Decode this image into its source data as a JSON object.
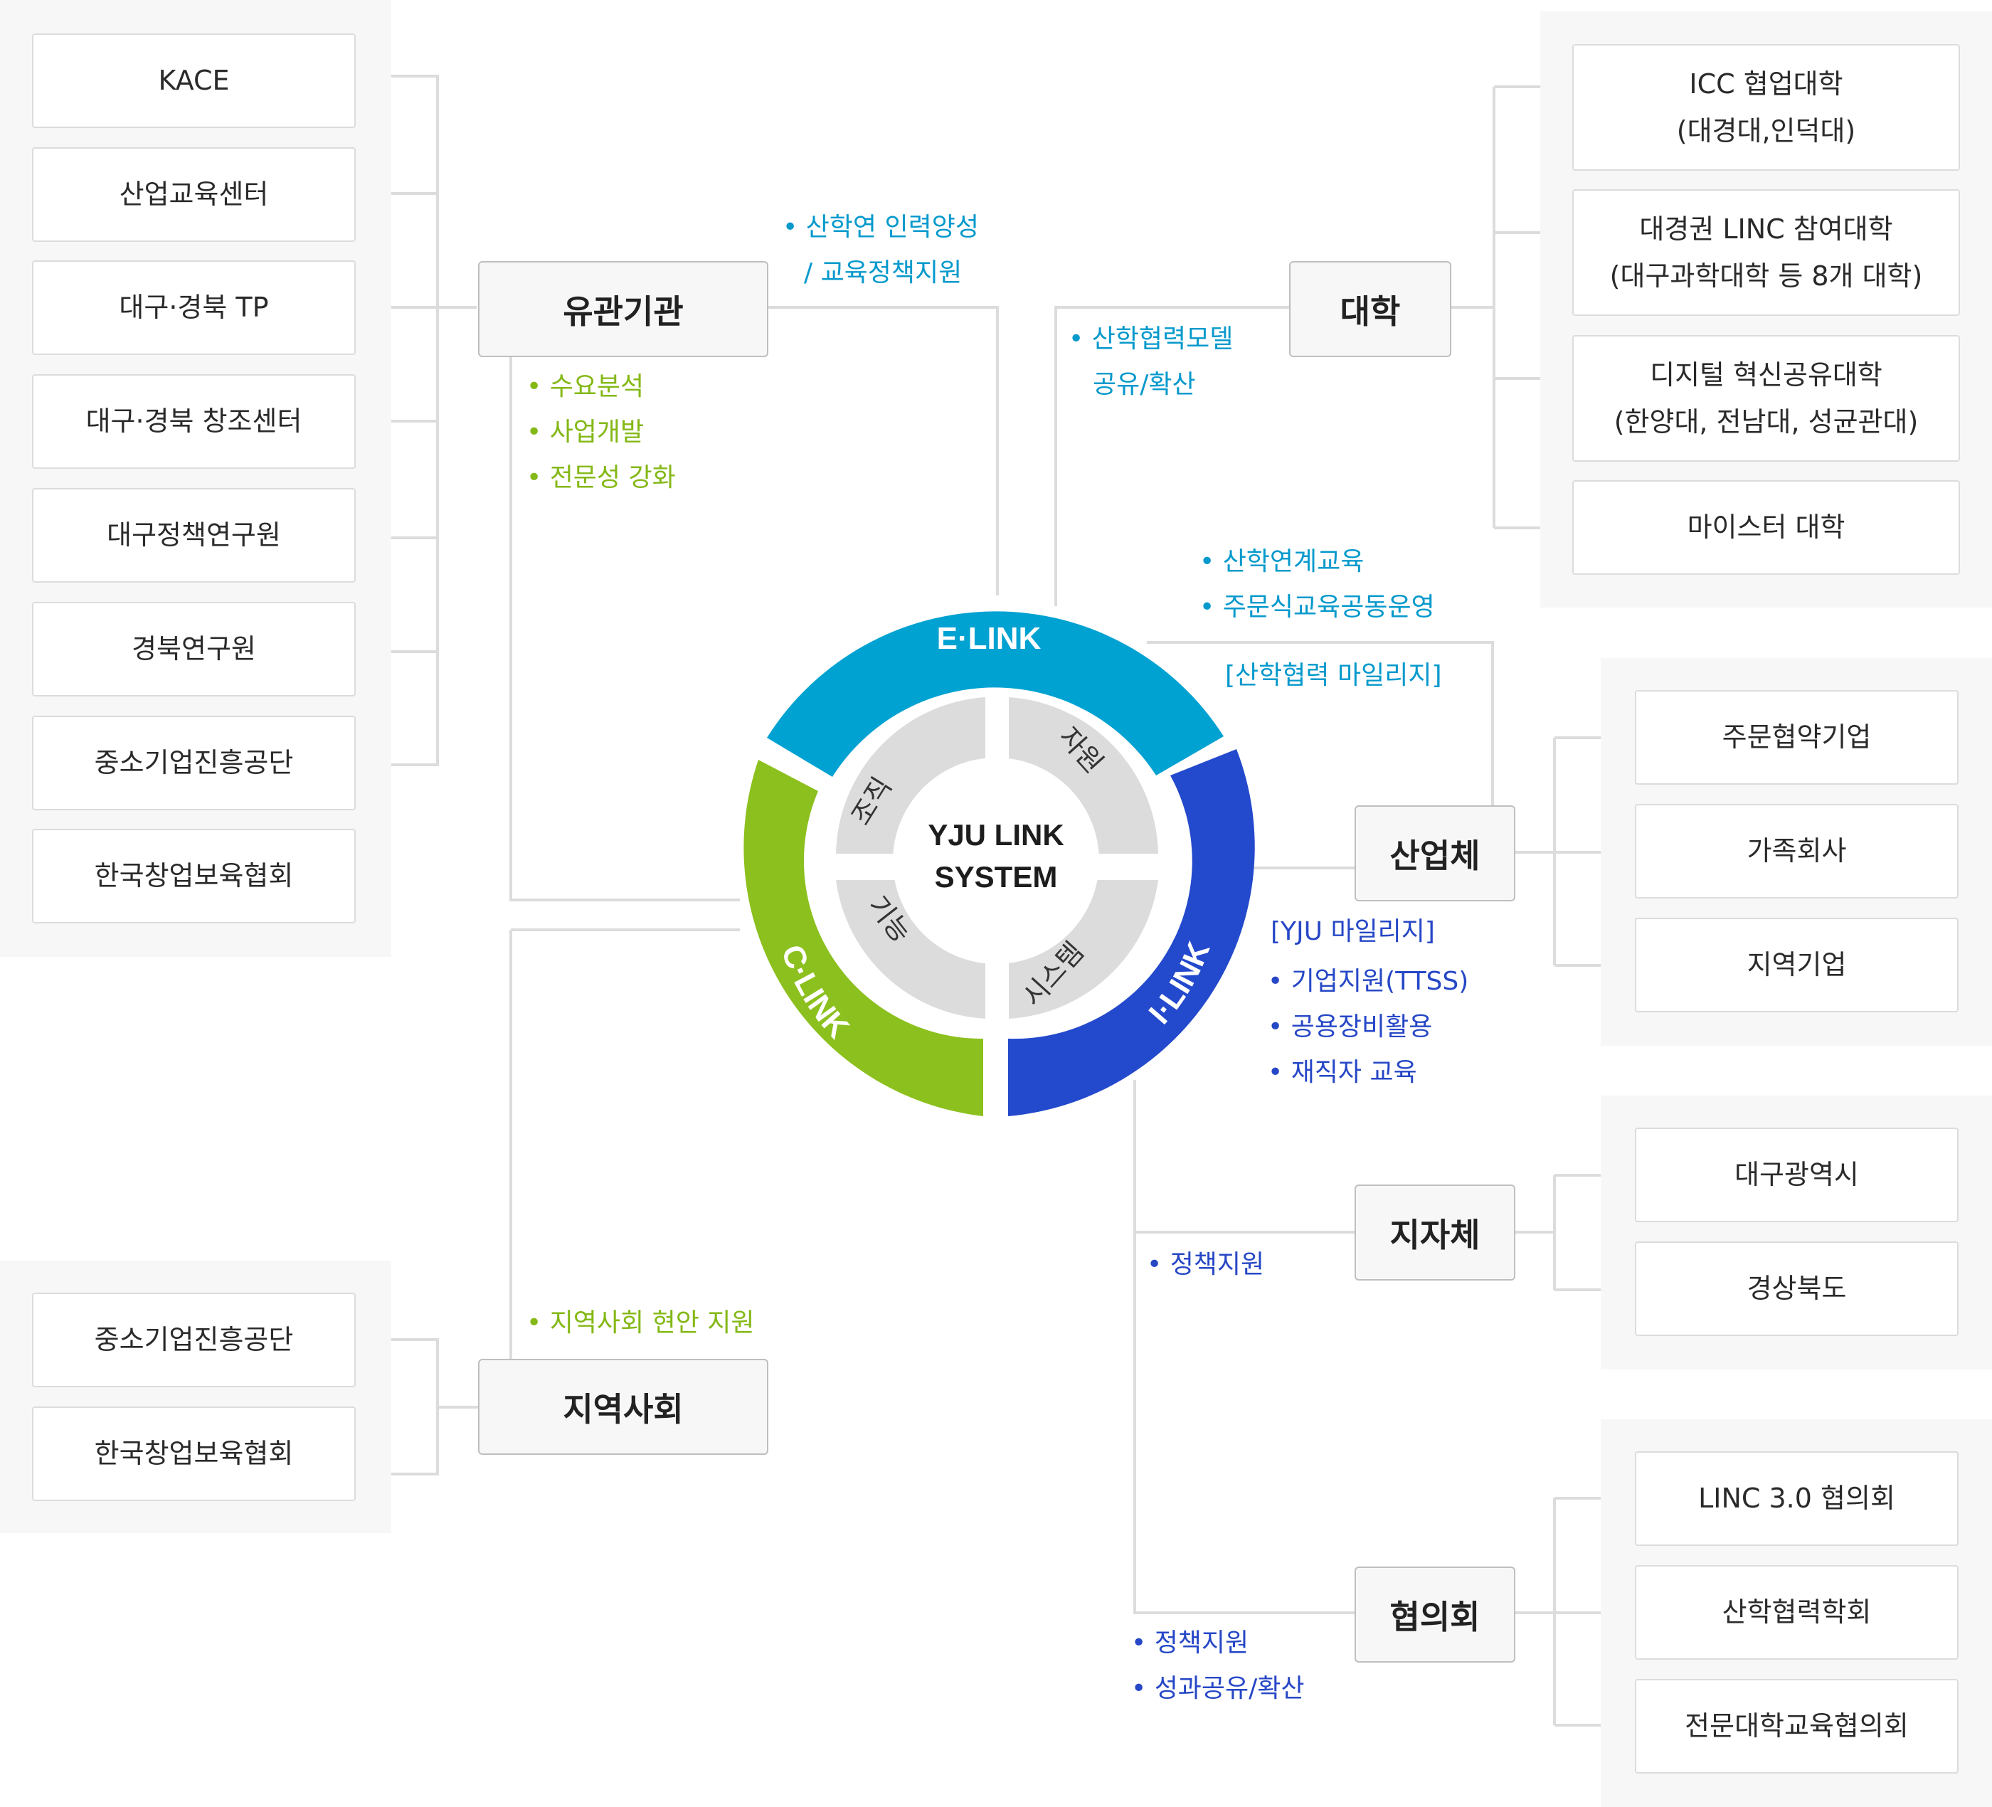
{
  "colors": {
    "e_link": "#00a2d2",
    "i_link": "#2349cc",
    "c_link": "#8cc01e",
    "inner_ring": "#dcdcdc",
    "line": "#dcdcdc",
    "panel": "#f7f7f7"
  },
  "left_top": {
    "items": [
      "KACE",
      "산업교육센터",
      "대구·경북 TP",
      "대구·경북 창조센터",
      "대구정책연구원",
      "경북연구원",
      "중소기업진흥공단",
      "한국창업보육협회"
    ]
  },
  "left_bottom": {
    "items": [
      "중소기업진흥공단",
      "한국창업보육협회"
    ]
  },
  "right_univ": {
    "items": [
      [
        "ICC 협업대학",
        "(대경대,인덕대)"
      ],
      [
        "대경권 LINC 참여대학",
        "(대구과학대학 등 8개 대학)"
      ],
      [
        "디지털 혁신공유대학",
        "(한양대, 전남대, 성균관대)"
      ],
      [
        "마이스터 대학"
      ]
    ]
  },
  "right_industry": {
    "items": [
      "주문협약기업",
      "가족회사",
      "지역기업"
    ]
  },
  "right_gov": {
    "items": [
      "대구광역시",
      "경상북도"
    ]
  },
  "right_council": {
    "items": [
      "LINC 3.0 협의회",
      "산학협력학회",
      "전문대학교육협의회"
    ]
  },
  "hubs": {
    "agencies": "유관기관",
    "community": "지역사회",
    "university": "대학",
    "industry": "산업체",
    "government": "지자체",
    "council": "협의회"
  },
  "annotations": {
    "agencies_top": [
      "산학연 인력양성",
      "/ 교육정책지원"
    ],
    "agencies_side": [
      "수요분석",
      "사업개발",
      "전문성 강화"
    ],
    "university_side": [
      "산학협력모델",
      "공유/확산"
    ],
    "elink_industry": [
      "산학연계교육",
      "주문식교육공동운영"
    ],
    "elink_mileage": "[산학협력 마일리지]",
    "yju_mileage": "[YJU 마일리지]",
    "ilink_industry": [
      "기업지원(TTSS)",
      "공용장비활용",
      "재직자 교육"
    ],
    "government": [
      "정책지원"
    ],
    "council": [
      "정책지원",
      "성과공유/확산"
    ],
    "community": [
      "지역사회 현안 지원"
    ]
  },
  "center": {
    "title_line1": "YJU LINK",
    "title_line2": "SYSTEM",
    "quadrants": [
      "조직",
      "자원",
      "기능",
      "시스템"
    ],
    "ring_labels": {
      "e": "E·LINK",
      "i": "I·LINK",
      "c": "C·LINK"
    }
  }
}
